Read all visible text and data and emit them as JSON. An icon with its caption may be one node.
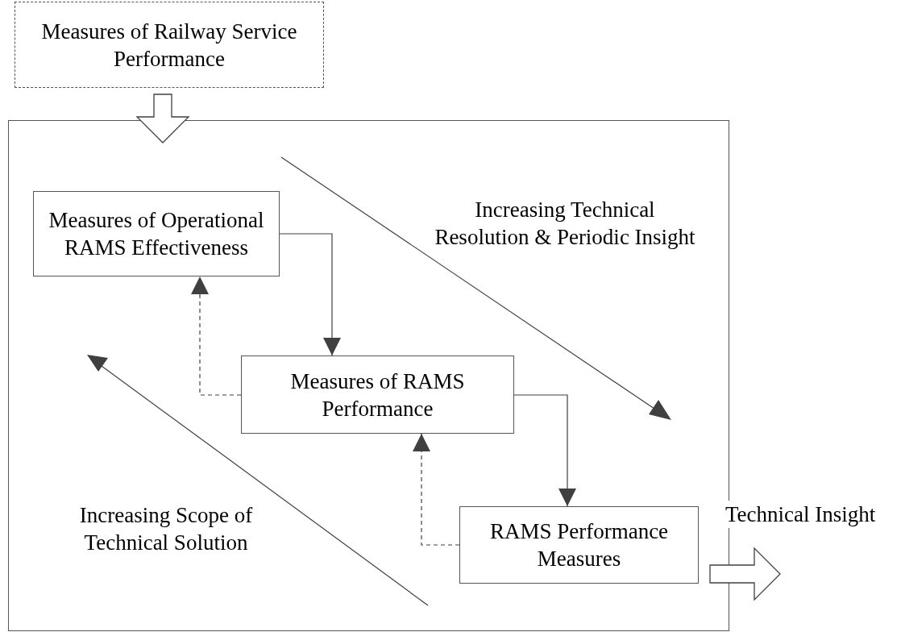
{
  "diagram": {
    "nodes": [
      {
        "text": [
          "Measures of Railway Service Performance"
        ]
      },
      {
        "text": [],
        "shape": "box"
      },
      {
        "text": [
          "Measures of Operational RAMS Effectiveness"
        ],
        "in": 1
      },
      {
        "text": [
          "Measures of RAMS Performance"
        ],
        "in": 1
      },
      {
        "text": [
          "RAMS Performance Measures"
        ],
        "in": 1
      }
    ],
    "edges": [
      {
        "from": 0,
        "to": 1,
        "arrow": "to",
        "style": "thick"
      },
      {
        "from": 2,
        "to": 3,
        "arrow": "to"
      },
      {
        "from": 3,
        "to": 2,
        "arrow": "to",
        "style": "dashed"
      },
      {
        "from": 3,
        "to": 4,
        "arrow": "to"
      },
      {
        "from": 4,
        "to": 3,
        "arrow": "to",
        "style": "dashed"
      },
      {
        "from": 4,
        "to": null,
        "arrow": "to",
        "style": "thick",
        "label": "Technical Insight"
      }
    ],
    "labels": [
      "Increasing Technical Resolution & Periodic Insight",
      "Increasing Scope of Technical Solution"
    ]
  }
}
